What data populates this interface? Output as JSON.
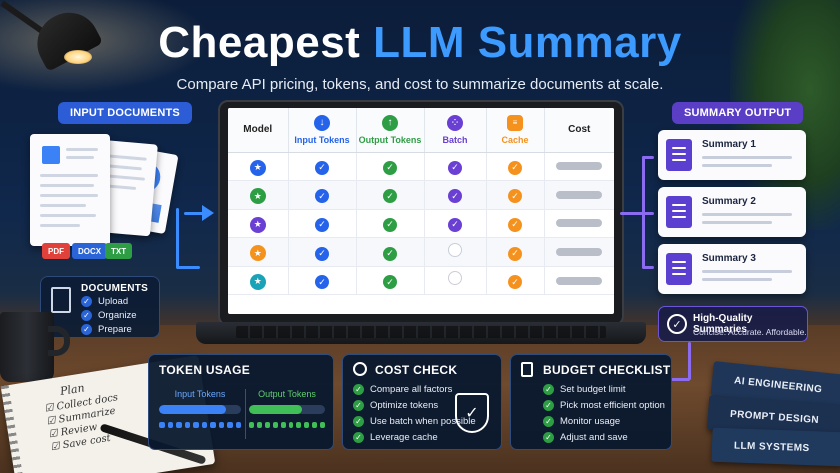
{
  "title": {
    "part1": "Cheapest",
    "part2": "LLM Summary"
  },
  "subtitle": "Compare API pricing, tokens, and cost to summarize documents at scale.",
  "input_label": "INPUT DOCUMENTS",
  "output_label": "SUMMARY OUTPUT",
  "doc_tags": [
    "PDF",
    "DOCX",
    "TXT"
  ],
  "documents_card": {
    "title": "DOCUMENTS",
    "items": [
      "Upload",
      "Organize",
      "Prepare"
    ]
  },
  "table": {
    "headers": [
      "Model",
      "Input Tokens",
      "Output Tokens",
      "Batch",
      "Cache",
      "Cost"
    ],
    "rows": [
      {
        "model_color": "#2563eb",
        "input": true,
        "output": true,
        "batch": true,
        "cache": true
      },
      {
        "model_color": "#2e9e45",
        "input": true,
        "output": true,
        "batch": true,
        "cache": true
      },
      {
        "model_color": "#6a3fd4",
        "input": true,
        "output": true,
        "batch": true,
        "cache": true
      },
      {
        "model_color": "#f5921e",
        "input": true,
        "output": true,
        "batch": false,
        "cache": true
      },
      {
        "model_color": "#1aa3b8",
        "input": true,
        "output": true,
        "batch": false,
        "cache": true
      }
    ]
  },
  "summaries": [
    "Summary 1",
    "Summary 2",
    "Summary 3"
  ],
  "quality": {
    "title": "High-Quality Summaries",
    "tagline": "Concise. Accurate. Affordable."
  },
  "token_usage": {
    "title": "TOKEN USAGE",
    "input_label": "Input Tokens",
    "output_label": "Output Tokens",
    "input_fill": 0.82,
    "output_fill": 0.7
  },
  "cost_check": {
    "title": "COST CHECK",
    "items": [
      "Compare all factors",
      "Optimize tokens",
      "Use batch when possible",
      "Leverage cache"
    ]
  },
  "budget_checklist": {
    "title": "BUDGET CHECKLIST",
    "items": [
      "Set budget limit",
      "Pick most efficient option",
      "Monitor usage",
      "Adjust and save"
    ]
  },
  "notebook": {
    "heading": "Plan",
    "items": [
      "Collect docs",
      "Summarize",
      "Review",
      "Save cost"
    ]
  },
  "books": [
    "AI ENGINEERING",
    "PROMPT DESIGN",
    "LLM SYSTEMS"
  ],
  "colors": {
    "blue": "#2563eb",
    "green": "#2e9e45",
    "purple": "#6a3fd4",
    "orange": "#f5921e",
    "teal": "#1aa3b8"
  }
}
